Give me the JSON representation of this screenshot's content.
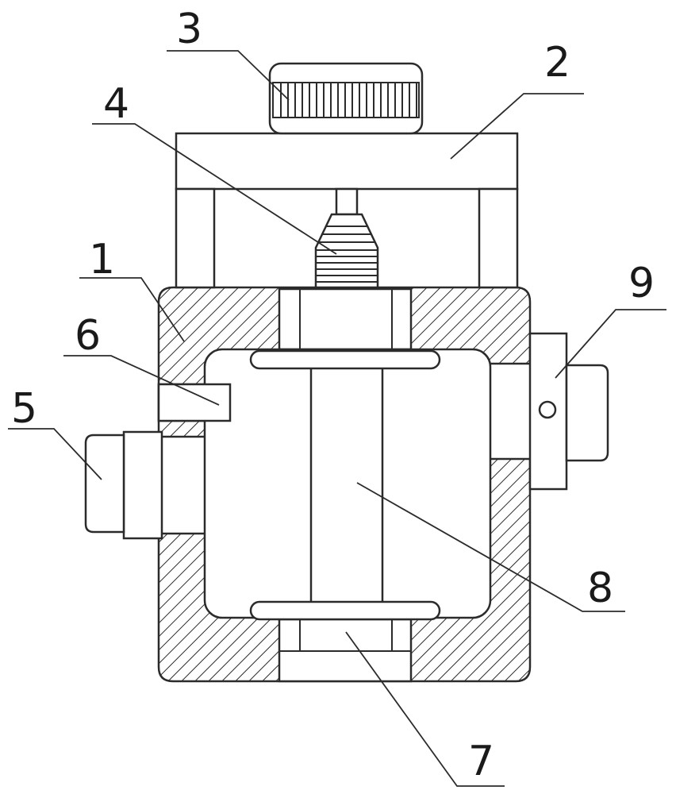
{
  "diagram": {
    "labels": {
      "l1": "1",
      "l2": "2",
      "l3": "3",
      "l4": "4",
      "l5": "5",
      "l6": "6",
      "l7": "7",
      "l8": "8",
      "l9": "9"
    },
    "colors": {
      "stroke": "#2b2b2b",
      "background": "#ffffff"
    }
  }
}
